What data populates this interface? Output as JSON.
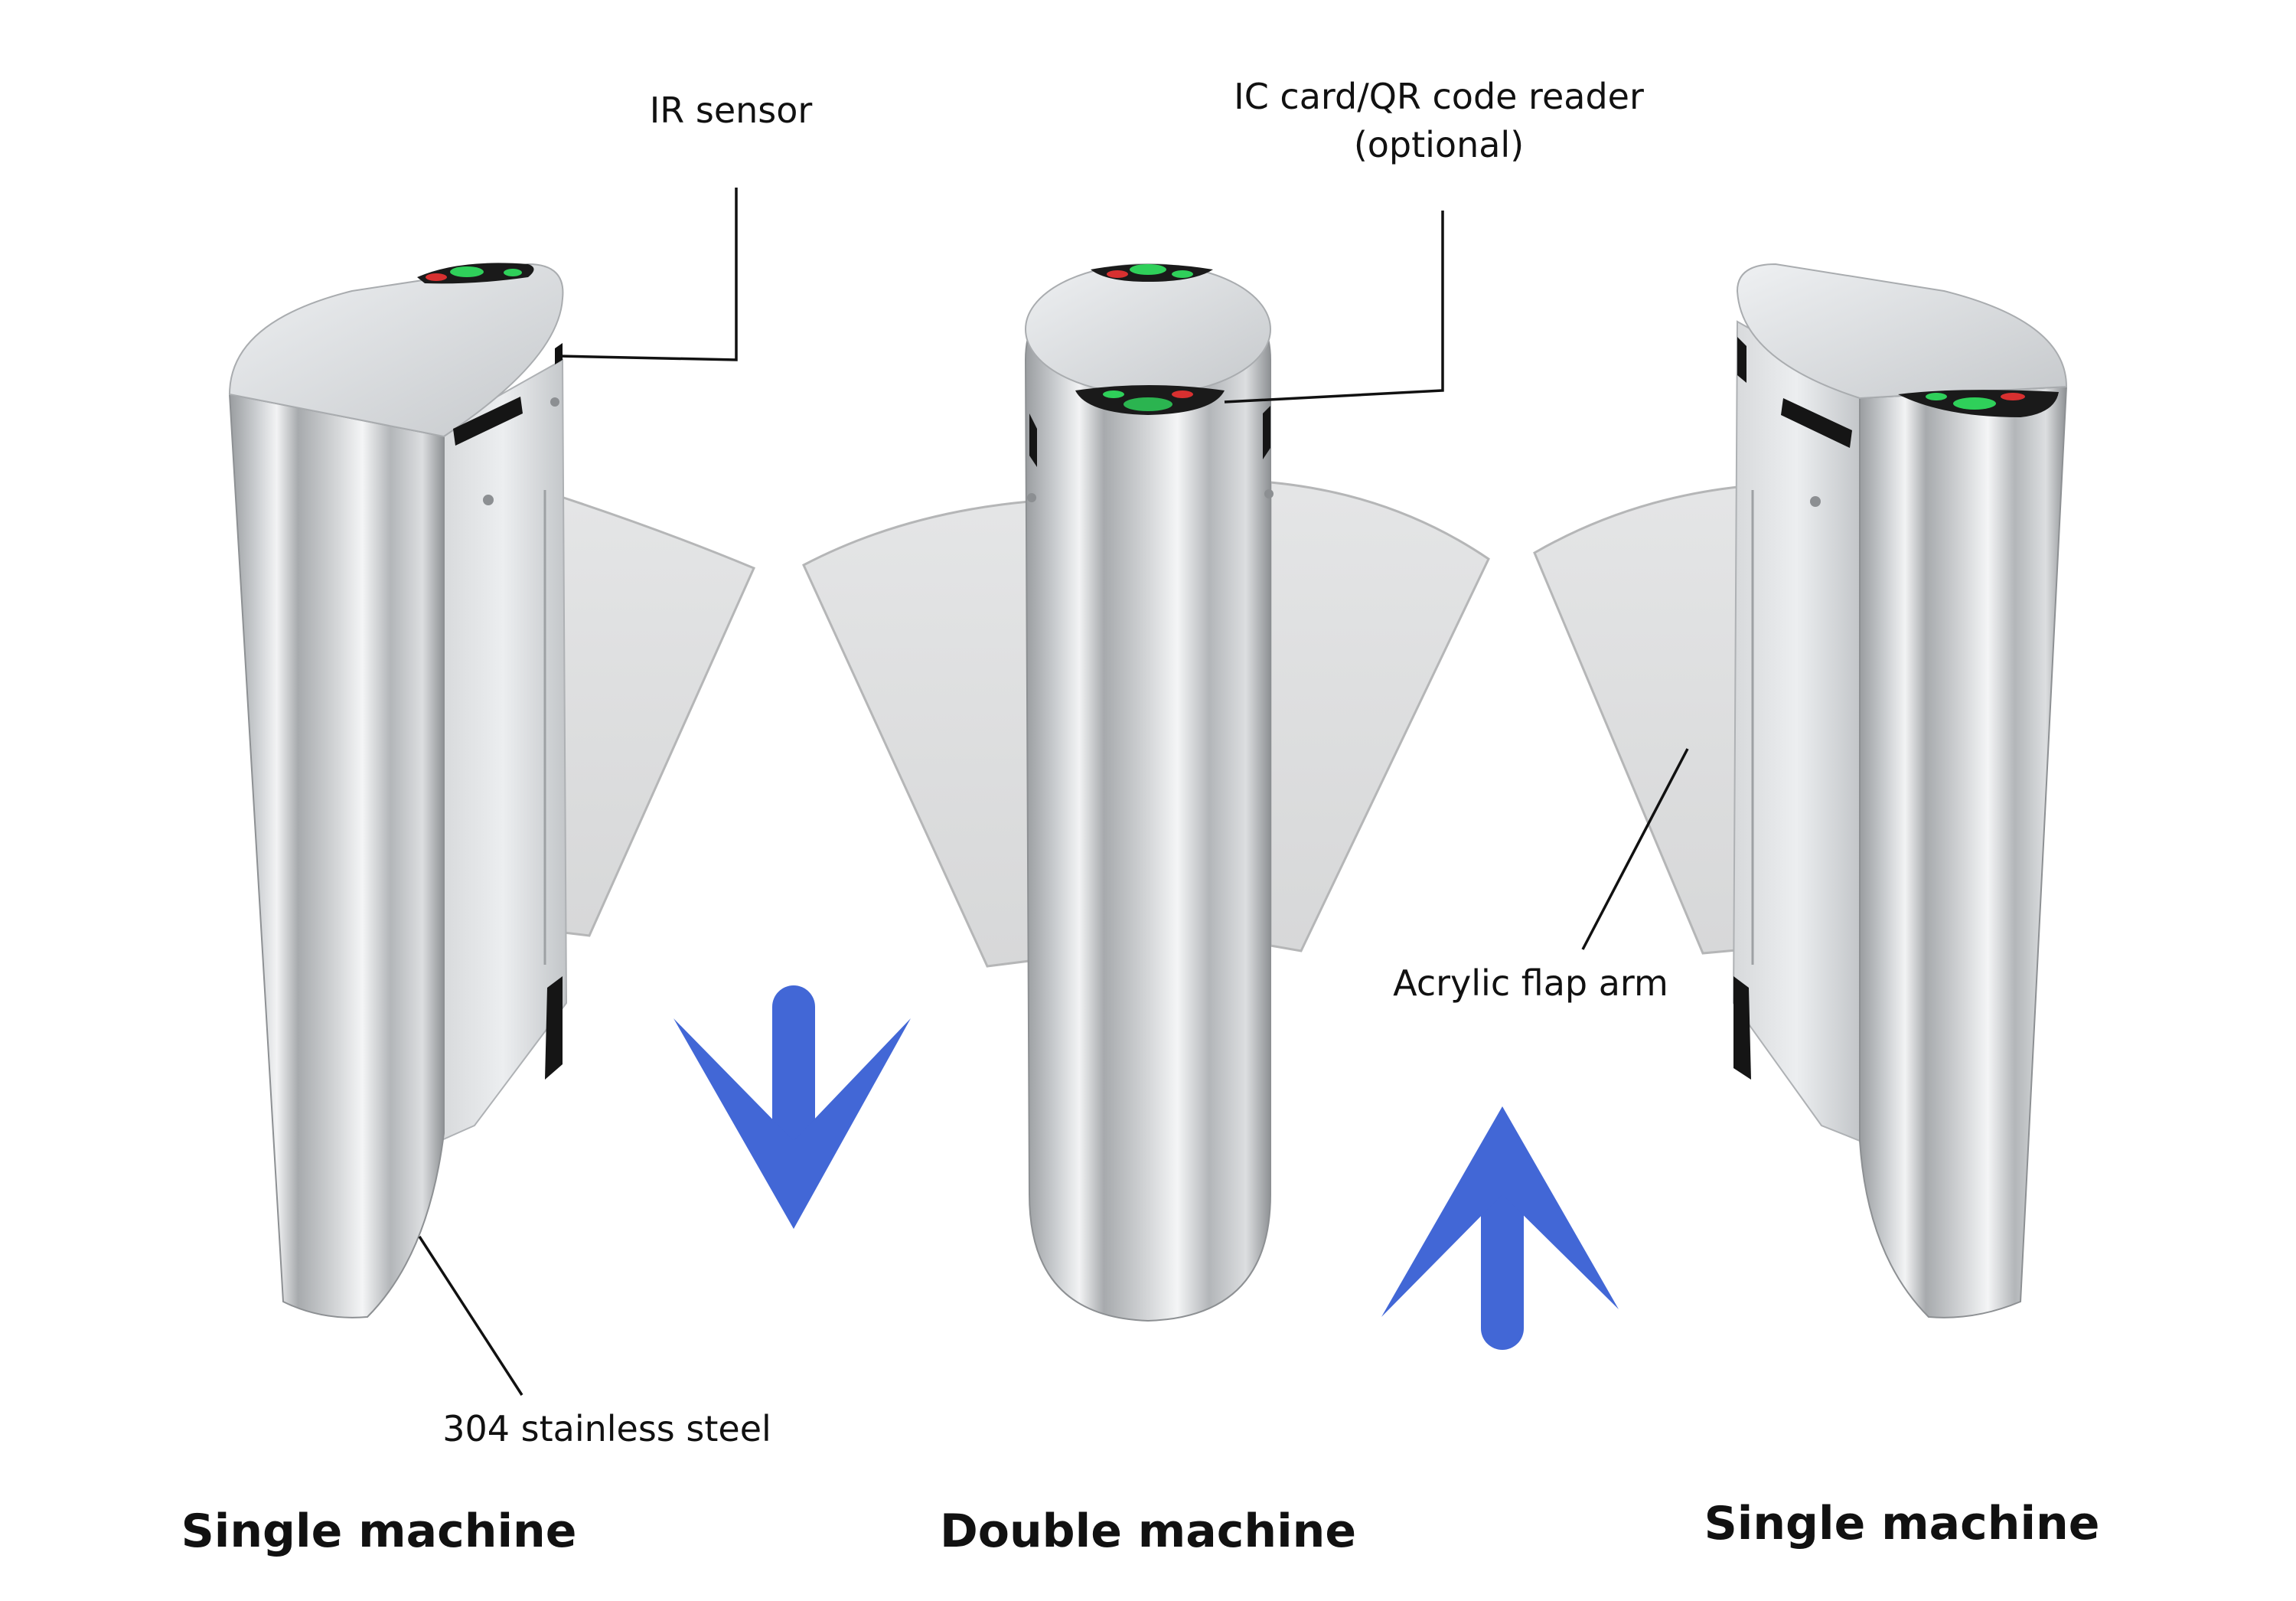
{
  "callouts": {
    "ir_sensor": "IR sensor",
    "reader_line1": "IC card/QR code reader",
    "reader_line2": "(optional)",
    "acrylic_arm": "Acrylic flap arm",
    "steel": "304 stainless steel"
  },
  "captions": {
    "left": "Single machine",
    "center": "Double machine",
    "right": "Single machine"
  },
  "colors": {
    "arrow": "#4267d6",
    "steel_dark": "#8a8d90",
    "steel_light": "#e6e8ea",
    "flap": "#d9dadb",
    "indicator_green": "#2fd05a",
    "indicator_red": "#d83030"
  },
  "icons": {
    "direction_in": "arrow-down-icon",
    "direction_out": "arrow-up-icon"
  }
}
